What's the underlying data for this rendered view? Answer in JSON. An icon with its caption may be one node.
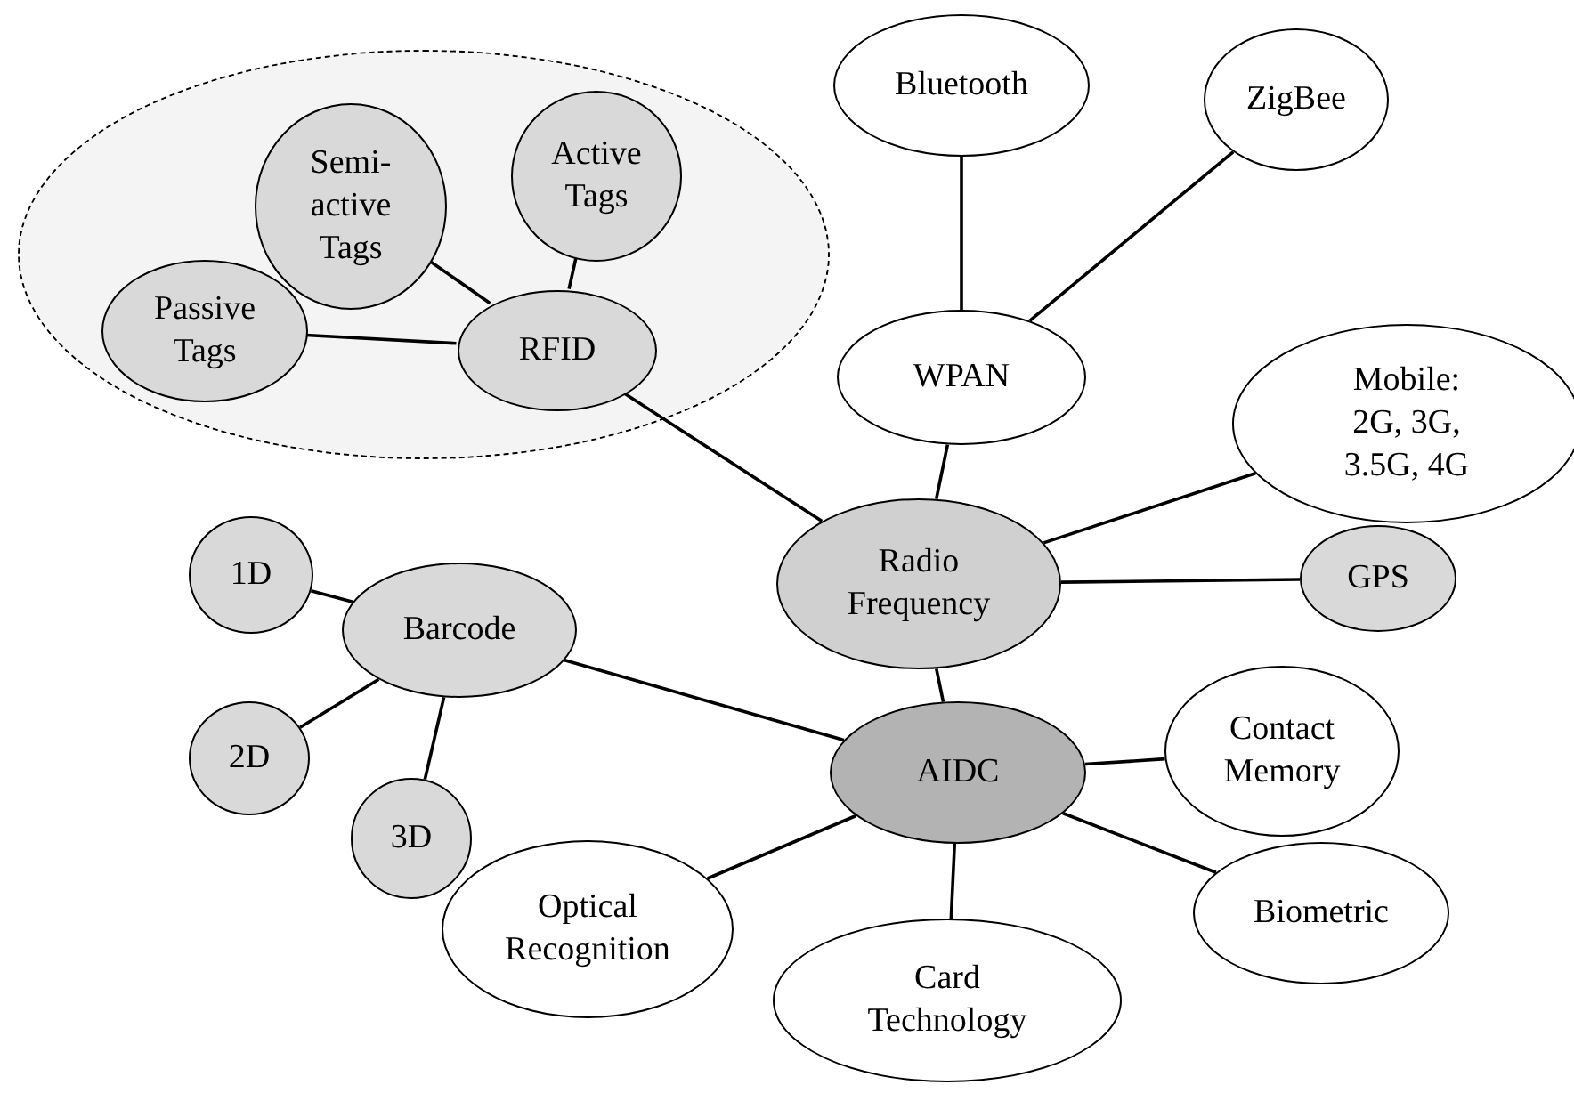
{
  "diagram": {
    "nodes": [
      {
        "text": [],
        "shape": "ellipse"
      },
      {
        "text": [
          "Semi-active Tags"
        ],
        "in": 0
      },
      {
        "text": [
          "Active Tags"
        ],
        "in": 0
      },
      {
        "text": [
          "Passive Tags"
        ],
        "in": 0
      },
      {
        "text": [
          "RFID"
        ],
        "in": 0
      },
      {
        "text": [
          "Bluetooth"
        ]
      },
      {
        "text": [
          "ZigBee"
        ]
      },
      {
        "text": [
          "WPAN"
        ]
      },
      {
        "text": [
          "Mobile: 2G, 3G, 3.5G, 4G"
        ]
      },
      {
        "text": [
          "Radio Frequency"
        ]
      },
      {
        "text": [
          "GPS"
        ]
      },
      {
        "text": [
          "1D"
        ]
      },
      {
        "text": [
          "Barcode"
        ]
      },
      {
        "text": [
          "2D"
        ]
      },
      {
        "text": [
          "3D"
        ]
      },
      {
        "text": [
          "AIDC"
        ]
      },
      {
        "text": [
          "Contact Memory"
        ]
      },
      {
        "text": [
          "Optical Recognition"
        ]
      },
      {
        "text": [
          "Card Technology"
        ]
      },
      {
        "text": [
          "Biometric"
        ]
      }
    ],
    "edges": [
      {
        "from": 1,
        "to": 4,
        "arrow": "none"
      },
      {
        "from": 2,
        "to": 4,
        "arrow": "none"
      },
      {
        "from": 3,
        "to": 4,
        "arrow": "none"
      },
      {
        "from": 4,
        "to": 9,
        "arrow": "none"
      },
      {
        "from": 5,
        "to": 7,
        "arrow": "none"
      },
      {
        "from": 6,
        "to": 7,
        "arrow": "none"
      },
      {
        "from": 7,
        "to": 9,
        "arrow": "none"
      },
      {
        "from": 8,
        "to": 9,
        "arrow": "none"
      },
      {
        "from": 10,
        "to": 9,
        "arrow": "none"
      },
      {
        "from": 9,
        "to": 15,
        "arrow": "none"
      },
      {
        "from": 11,
        "to": 12,
        "arrow": "none"
      },
      {
        "from": 13,
        "to": 12,
        "arrow": "none"
      },
      {
        "from": 14,
        "to": 12,
        "arrow": "none"
      },
      {
        "from": 12,
        "to": 15,
        "arrow": "none"
      },
      {
        "from": 15,
        "to": 16,
        "arrow": "none"
      },
      {
        "from": 15,
        "to": 17,
        "arrow": "none"
      },
      {
        "from": 15,
        "to": 18,
        "arrow": "none"
      },
      {
        "from": 15,
        "to": 19,
        "arrow": "none"
      }
    ]
  }
}
